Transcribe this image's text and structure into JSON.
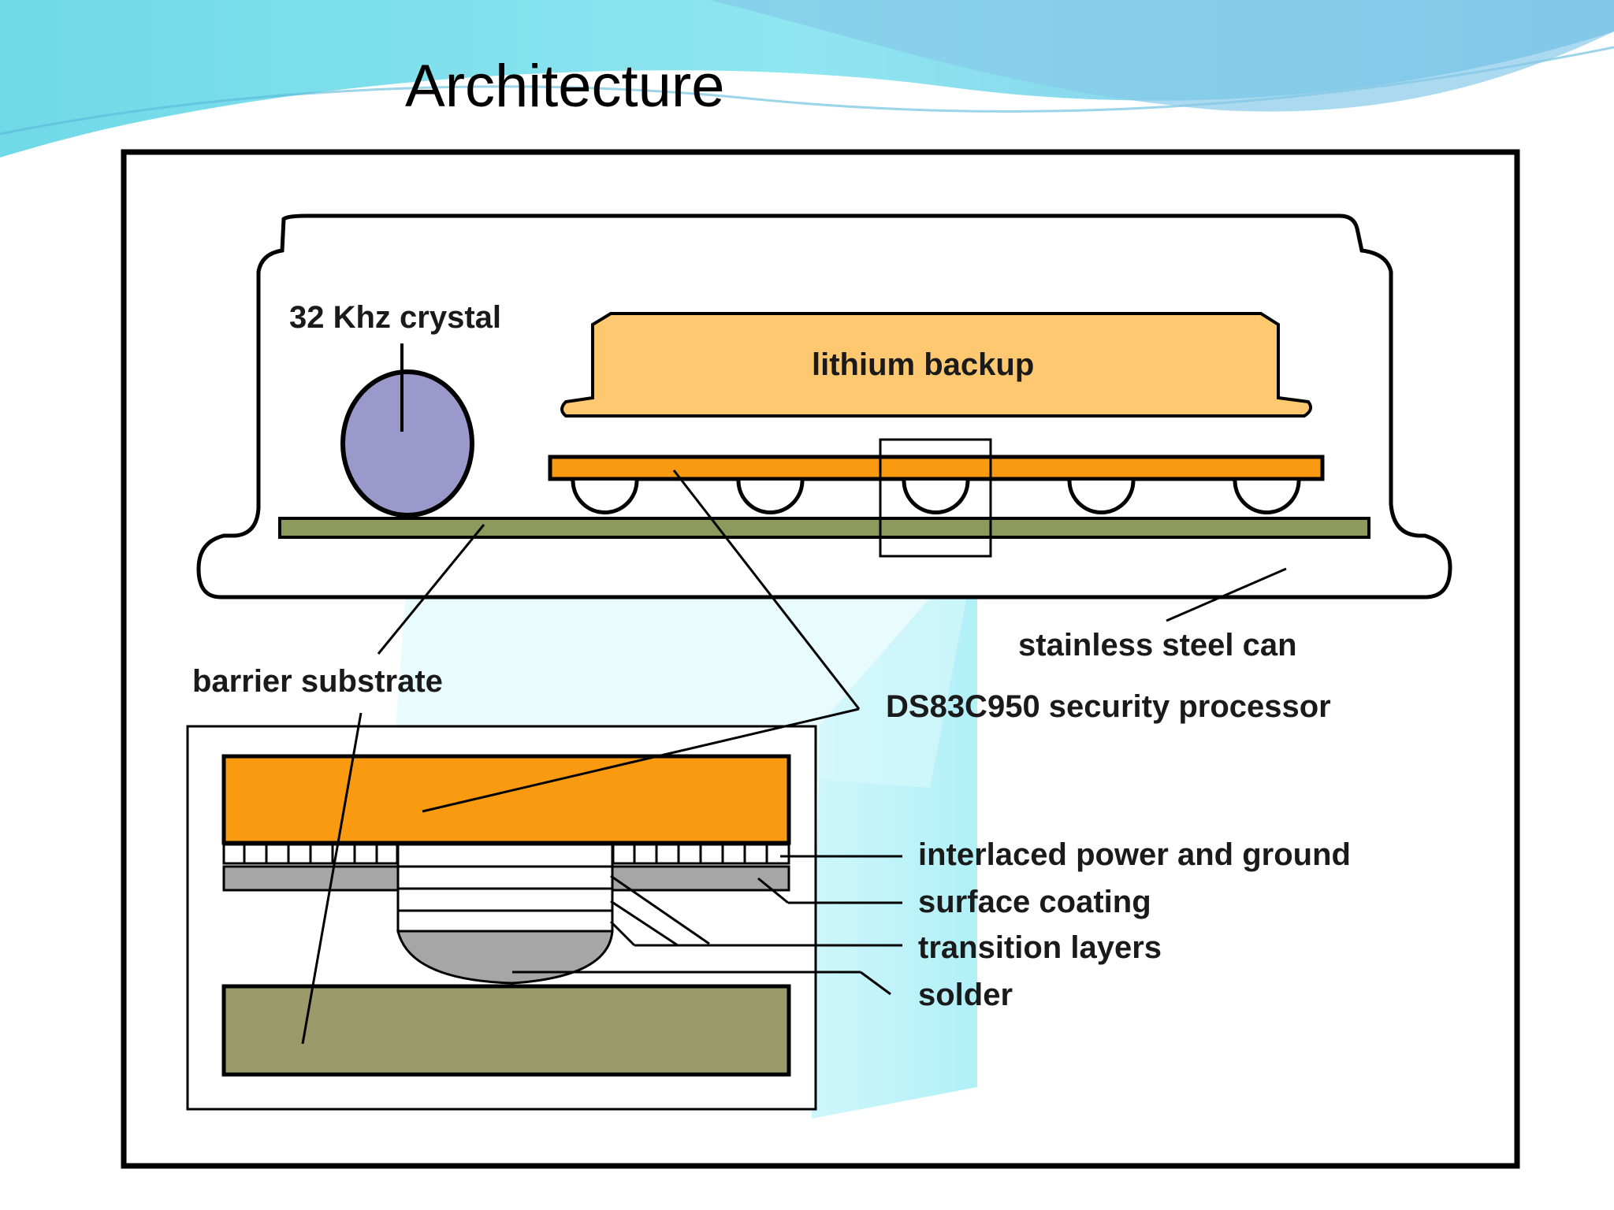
{
  "slide": {
    "title": "Architecture"
  },
  "diagram": {
    "labels": {
      "crystal": "32 Khz crystal",
      "battery": "lithium backup",
      "can": "stainless steel can",
      "substrate": "barrier substrate",
      "processor": "DS83C950 security processor",
      "interlaced": "interlaced power and ground",
      "coating": "surface coating",
      "transition": "transition layers",
      "solder": "solder"
    },
    "colors": {
      "crystal": "#9b98cc",
      "battery": "#fdc870",
      "processor": "#f99a10",
      "substrate": "#9a9a6a",
      "board": "#8c9a5e",
      "coating": "#a6a6a6",
      "solder": "#a6a6a6",
      "background_wave": "#7ed7ea"
    }
  }
}
